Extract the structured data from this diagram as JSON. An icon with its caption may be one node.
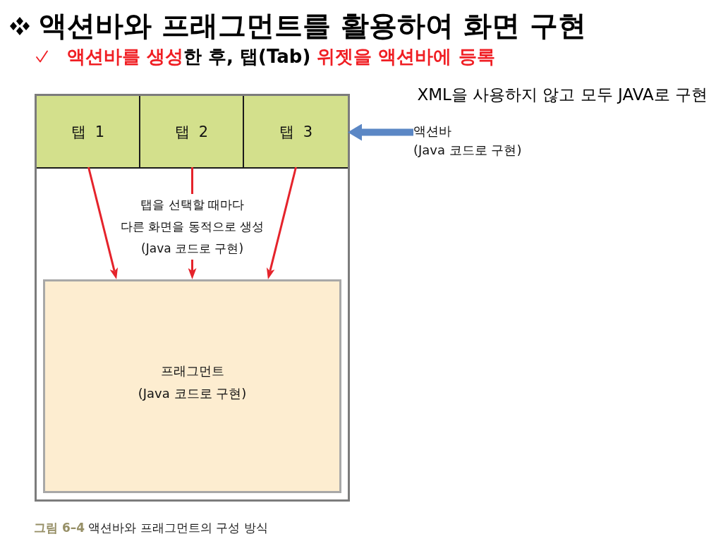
{
  "diagram": {
    "title": "액션바와 프래그먼트를 활용하여 화면 구현",
    "caption": "**그림 6–4** 액션바와 프래그먼트의 구성 방식",
    "nodes": [
      {
        "text": [],
        "shape": "box"
      },
      {
        "text": [],
        "shape": "bar",
        "in": 0
      },
      {
        "text": [
          "탭 1"
        ],
        "in": 1
      },
      {
        "text": [
          "탭 2"
        ],
        "in": 1
      },
      {
        "text": [
          "탭 3"
        ],
        "in": 1
      },
      {
        "text": [
          "프래그먼트",
          "(Java 코드로 구현)"
        ],
        "in": 0
      },
      {
        "text": [
          "액션바",
          "(Java 코드로 구현)"
        ]
      }
    ],
    "edges": [
      {
        "from": 2,
        "to": 5,
        "arrow": "to"
      },
      {
        "from": 3,
        "to": 5,
        "arrow": "to",
        "label": "탭을 선택할 때마다 다른 화면을 동적으로 생성 (Java 코드로 구현)"
      },
      {
        "from": 4,
        "to": 5,
        "arrow": "to"
      },
      {
        "from": 6,
        "to": 1,
        "arrow": "to",
        "style": "thick",
        "color": "#5b87c5"
      }
    ],
    "labels": [
      "**액션바를 생성**한 후, 탭(Tab) **위젯을 액션바에 등록**",
      "XML을 사용하지 않고 모두 JAVA로 구현"
    ]
  }
}
